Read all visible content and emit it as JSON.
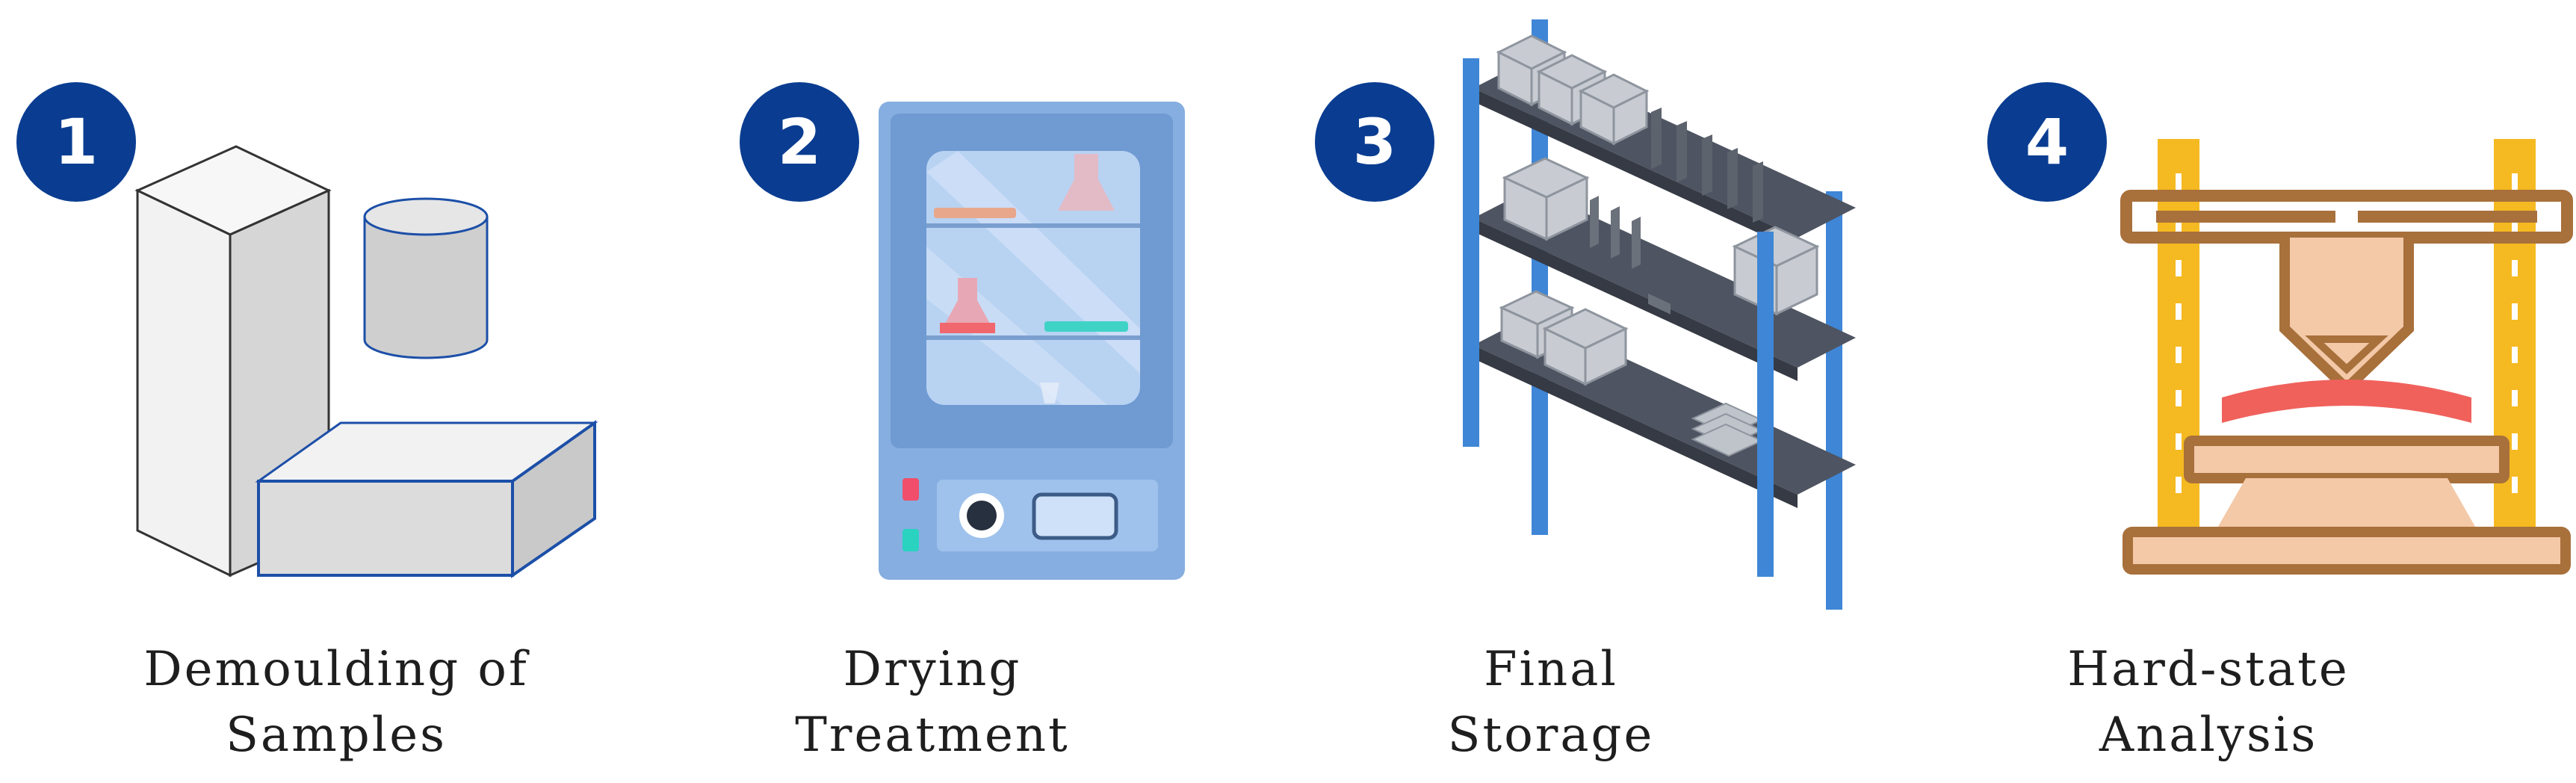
{
  "steps": [
    {
      "number": "1",
      "label_line1": "Demoulding of",
      "label_line2": "Samples",
      "icon": "demoulded-samples-icon"
    },
    {
      "number": "2",
      "label_line1": "Drying",
      "label_line2": "Treatment",
      "icon": "drying-oven-icon"
    },
    {
      "number": "3",
      "label_line1": "Final",
      "label_line2": "Storage",
      "icon": "storage-shelf-icon"
    },
    {
      "number": "4",
      "label_line1": "Hard-state",
      "label_line2": "Analysis",
      "icon": "compression-testing-machine-icon"
    }
  ],
  "colors": {
    "badge": "#0a3d91",
    "sample_gray": "#dcdcdc",
    "sample_outline_blue": "#1c4fa8",
    "oven_body": "#86aee0",
    "shelf_post": "#3f86d6",
    "shelf_board": "#4e5461",
    "press_frame": "#f5b921",
    "press_crossbar": "#a8703b",
    "press_specimen": "#f0615c"
  }
}
